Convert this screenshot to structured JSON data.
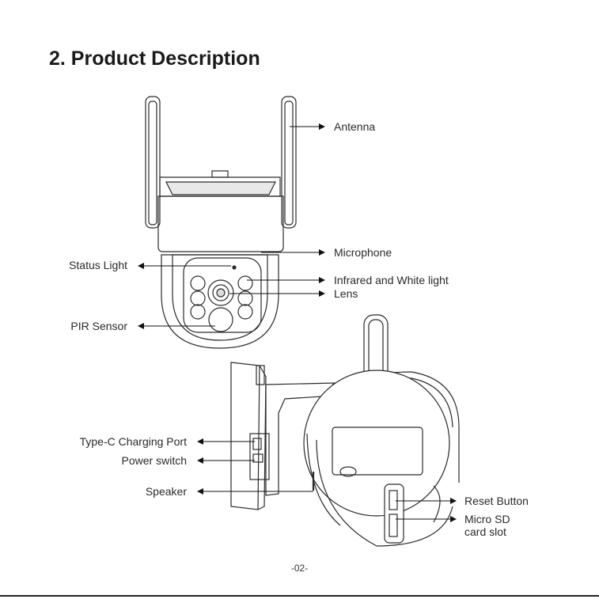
{
  "page": {
    "title": "2. Product Description",
    "page_number": "-02-"
  },
  "labels": {
    "antenna": "Antenna",
    "microphone": "Microphone",
    "status_light": "Status Light",
    "infrared_white_light": "Infrared and White light",
    "lens": "Lens",
    "pir_sensor": "PIR Sensor",
    "type_c_port": "Type-C Charging Port",
    "power_switch": "Power switch",
    "speaker": "Speaker",
    "reset_button": "Reset Button",
    "micro_sd_line1": "Micro SD",
    "micro_sd_line2": "card slot"
  }
}
